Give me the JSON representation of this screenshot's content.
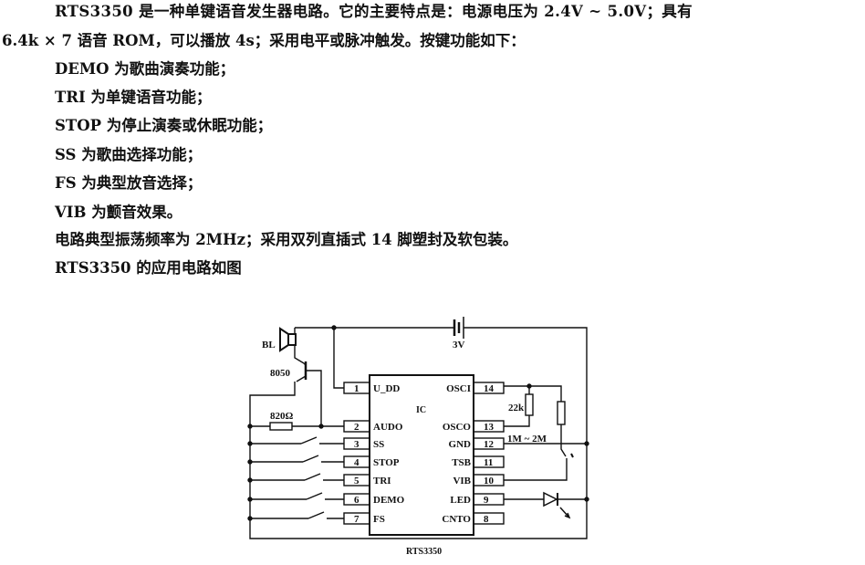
{
  "paragraphs": [
    "RTS3350 是一种单键语音发生器电路。它的主要特点是：电源电压为 2.4V ~ 5.0V；具有",
    "6.4k × 7 语音 ROM，可以播放 4s；采用电平或脉冲触发。按键功能如下：",
    "DEMO 为歌曲演奏功能；",
    "TRI 为单键语音功能；",
    "STOP 为停止演奏或休眠功能；",
    "SS 为歌曲选择功能；",
    "FS 为典型放音选择；",
    "VIB 为颤音效果。",
    "电路典型振荡频率为 2MHz；采用双列直插式 14 脚塑封及软包装。",
    "RTS3350 的应用电路如图"
  ],
  "diagram": {
    "ic_label": "IC",
    "caption": "RTS3350",
    "battery": "3V",
    "speaker": "BL",
    "transistor": "8050",
    "resistor_audio": "820Ω",
    "resistor_osc": "22k",
    "resistor_vib": "1M ~ 2M",
    "left_pins": [
      {
        "num": "1",
        "name": "U_DD"
      },
      {
        "num": "2",
        "name": "AUDO"
      },
      {
        "num": "3",
        "name": "SS"
      },
      {
        "num": "4",
        "name": "STOP"
      },
      {
        "num": "5",
        "name": "TRI"
      },
      {
        "num": "6",
        "name": "DEMO"
      },
      {
        "num": "7",
        "name": "FS"
      }
    ],
    "right_pins": [
      {
        "num": "14",
        "name": "OSCI"
      },
      {
        "num": "13",
        "name": "OSCO"
      },
      {
        "num": "12",
        "name": "GND"
      },
      {
        "num": "11",
        "name": "TSB"
      },
      {
        "num": "10",
        "name": "VIB"
      },
      {
        "num": "9",
        "name": "LED"
      },
      {
        "num": "8",
        "name": "CNTO"
      }
    ]
  }
}
